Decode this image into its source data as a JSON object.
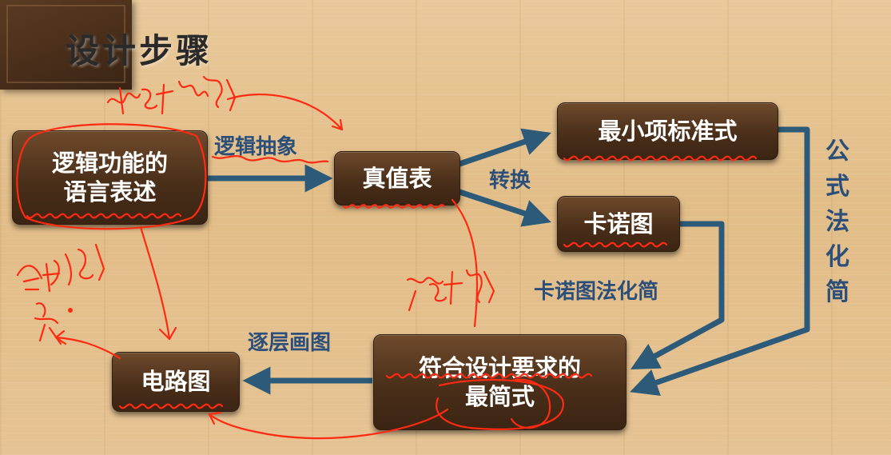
{
  "page_title": "设计步骤",
  "nodes": {
    "language_description": [
      "逻辑功能的",
      "语言表述"
    ],
    "truth_table": "真值表",
    "minterm_form": "最小项标准式",
    "karnaugh_map": "卡诺图",
    "simplest_form": [
      "符合设计要求的",
      "最简式"
    ],
    "circuit_diagram": "电路图"
  },
  "edge_labels": {
    "logic_abstraction": "逻辑抽象",
    "convert": "转换",
    "karnaugh_simplification": "卡诺图法化简",
    "draw_layer_by_layer": "逐层画图",
    "formula_simplification": [
      "公",
      "式",
      "法",
      "化",
      "简"
    ]
  },
  "colors": {
    "node_fill": "#4a2f19",
    "arrow": "#2c5a78",
    "label_text": "#2c4f7a",
    "annotation": "#ff2a12"
  }
}
